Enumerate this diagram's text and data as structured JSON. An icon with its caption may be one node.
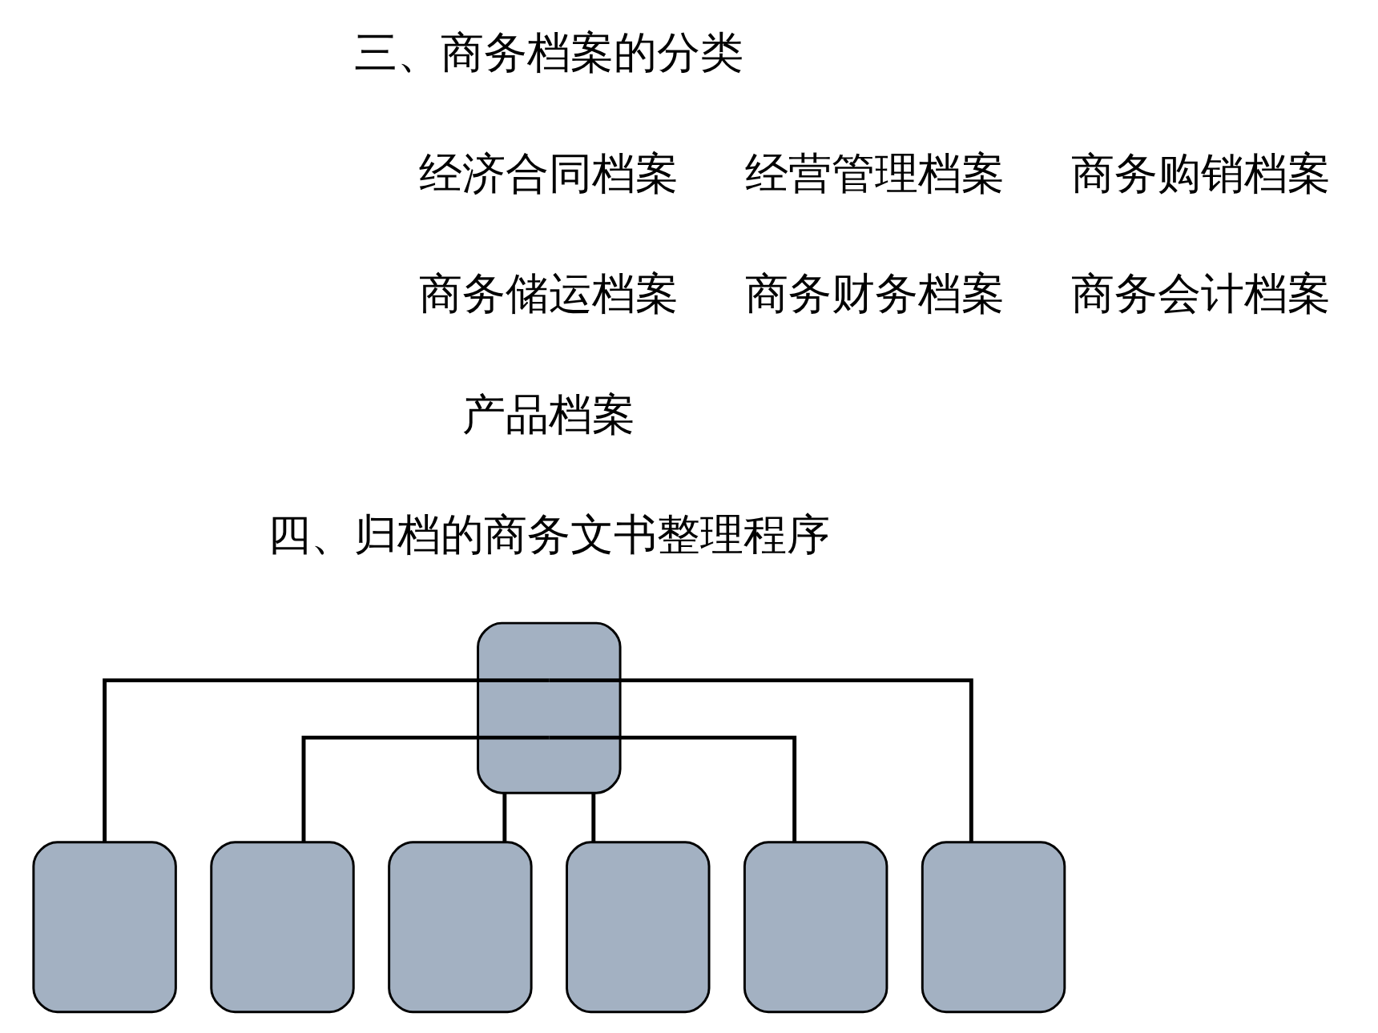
{
  "diagram": {
    "nodes": [
      {
        "text": [],
        "shape": "box"
      },
      {
        "text": [],
        "shape": "box"
      },
      {
        "text": [],
        "shape": "box"
      },
      {
        "text": [],
        "shape": "box"
      },
      {
        "text": [],
        "shape": "box"
      },
      {
        "text": [],
        "shape": "box"
      },
      {
        "text": [],
        "shape": "box"
      }
    ],
    "edges": [
      {
        "from": 0,
        "to": 1,
        "arrow": "none"
      },
      {
        "from": 0,
        "to": 2,
        "arrow": "none"
      },
      {
        "from": 0,
        "to": 3,
        "arrow": "none"
      },
      {
        "from": 0,
        "to": 4,
        "arrow": "none"
      },
      {
        "from": 0,
        "to": 5,
        "arrow": "none"
      },
      {
        "from": 0,
        "to": 6,
        "arrow": "none"
      }
    ],
    "labels": [
      "三、商务档案的分类",
      "经济合同档案",
      "经营管理档案",
      "商务购销档案",
      "商务储运档案",
      "商务财务档案",
      "商务会计档案",
      "产品档案",
      "四、归档的商务文书整理程序"
    ]
  }
}
